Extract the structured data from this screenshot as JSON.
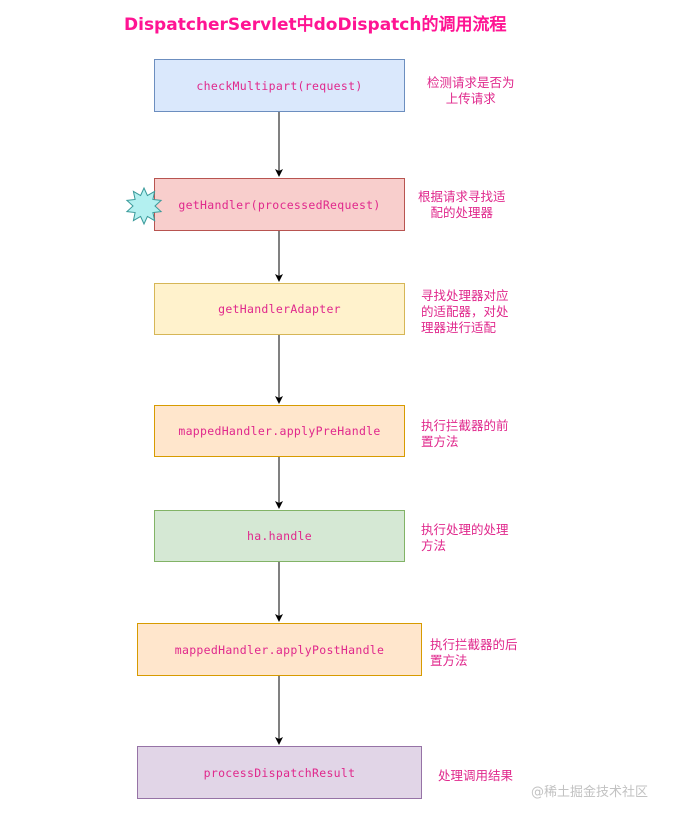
{
  "title": "DispatcherServlet中doDispatch的调用流程",
  "steps": [
    {
      "label": "checkMultipart(request)",
      "note": [
        "检测请求是否为",
        "上传请求"
      ]
    },
    {
      "label": "getHandler(processedRequest)",
      "note": [
        "根据请求寻找适",
        "配的处理器"
      ]
    },
    {
      "label": "getHandlerAdapter",
      "note": [
        "寻找处理器对应",
        "的适配器，对处",
        "理器进行适配"
      ]
    },
    {
      "label": "mappedHandler.applyPreHandle",
      "note": [
        "执行拦截器的前",
        "置方法"
      ]
    },
    {
      "label": "ha.handle",
      "note": [
        "执行处理的处理",
        "方法"
      ]
    },
    {
      "label": "mappedHandler.applyPostHandle",
      "note": [
        "执行拦截器的后",
        "置方法"
      ]
    },
    {
      "label": "processDispatchResult",
      "note": [
        "处理调用结果"
      ]
    }
  ],
  "watermark": "@稀土掘金技术社区",
  "colors": {
    "text_accent": "#e0288c",
    "title": "#ff1493",
    "star_fill": "#b3f0f0",
    "star_stroke": "#3a9a9a"
  }
}
